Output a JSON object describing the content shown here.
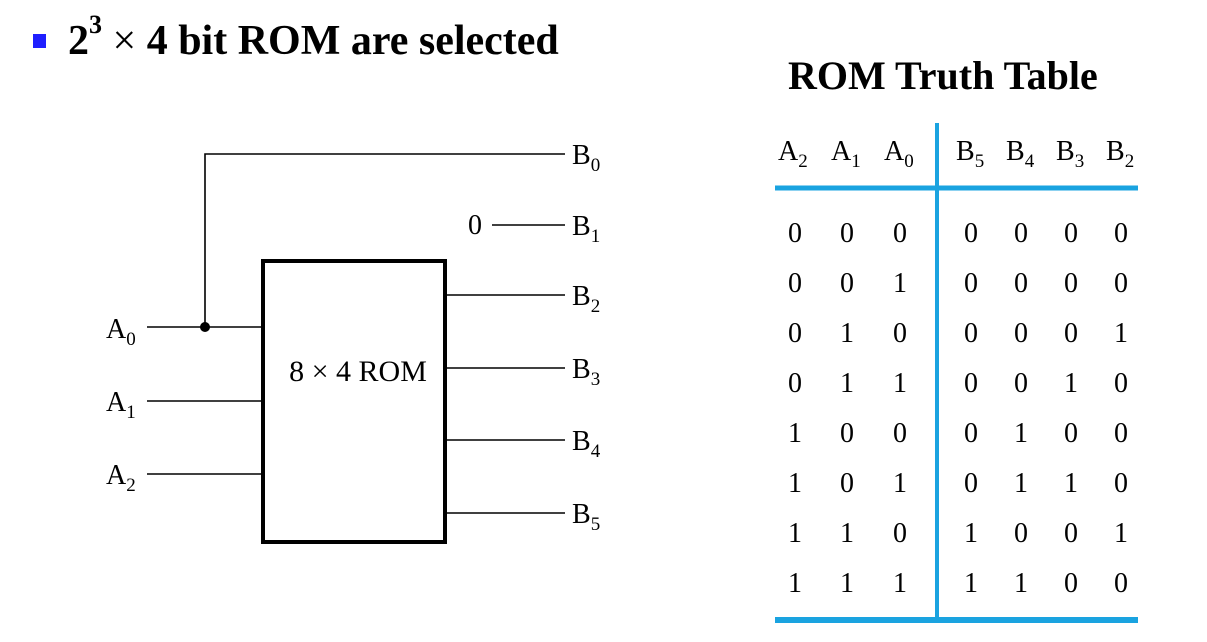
{
  "heading": {
    "base": "2",
    "exponent": "3",
    "times": " × ",
    "rest": "4 bit ROM are selected"
  },
  "diagram": {
    "rom_label": "8 × 4 ROM",
    "inputs": [
      {
        "name": "A",
        "sub": "0"
      },
      {
        "name": "A",
        "sub": "1"
      },
      {
        "name": "A",
        "sub": "2"
      }
    ],
    "outputs": [
      {
        "name": "B",
        "sub": "0"
      },
      {
        "name": "B",
        "sub": "1"
      },
      {
        "name": "B",
        "sub": "2"
      },
      {
        "name": "B",
        "sub": "3"
      },
      {
        "name": "B",
        "sub": "4"
      },
      {
        "name": "B",
        "sub": "5"
      }
    ],
    "constant_zero": "0"
  },
  "truth_table": {
    "title": "ROM Truth Table",
    "input_headers": [
      {
        "name": "A",
        "sub": "2"
      },
      {
        "name": "A",
        "sub": "1"
      },
      {
        "name": "A",
        "sub": "0"
      }
    ],
    "output_headers": [
      {
        "name": "B",
        "sub": "5"
      },
      {
        "name": "B",
        "sub": "4"
      },
      {
        "name": "B",
        "sub": "3"
      },
      {
        "name": "B",
        "sub": "2"
      }
    ],
    "rows": [
      {
        "inputs": [
          "0",
          "0",
          "0"
        ],
        "outputs": [
          "0",
          "0",
          "0",
          "0"
        ]
      },
      {
        "inputs": [
          "0",
          "0",
          "1"
        ],
        "outputs": [
          "0",
          "0",
          "0",
          "0"
        ]
      },
      {
        "inputs": [
          "0",
          "1",
          "0"
        ],
        "outputs": [
          "0",
          "0",
          "0",
          "1"
        ]
      },
      {
        "inputs": [
          "0",
          "1",
          "1"
        ],
        "outputs": [
          "0",
          "0",
          "1",
          "0"
        ]
      },
      {
        "inputs": [
          "1",
          "0",
          "0"
        ],
        "outputs": [
          "0",
          "1",
          "0",
          "0"
        ]
      },
      {
        "inputs": [
          "1",
          "0",
          "1"
        ],
        "outputs": [
          "0",
          "1",
          "1",
          "0"
        ]
      },
      {
        "inputs": [
          "1",
          "1",
          "0"
        ],
        "outputs": [
          "1",
          "0",
          "0",
          "1"
        ]
      },
      {
        "inputs": [
          "1",
          "1",
          "1"
        ],
        "outputs": [
          "1",
          "1",
          "0",
          "0"
        ]
      }
    ]
  },
  "colors": {
    "bullet": "#1f1fff",
    "table_rule": "#1aa3e0",
    "wire": "#000000"
  }
}
